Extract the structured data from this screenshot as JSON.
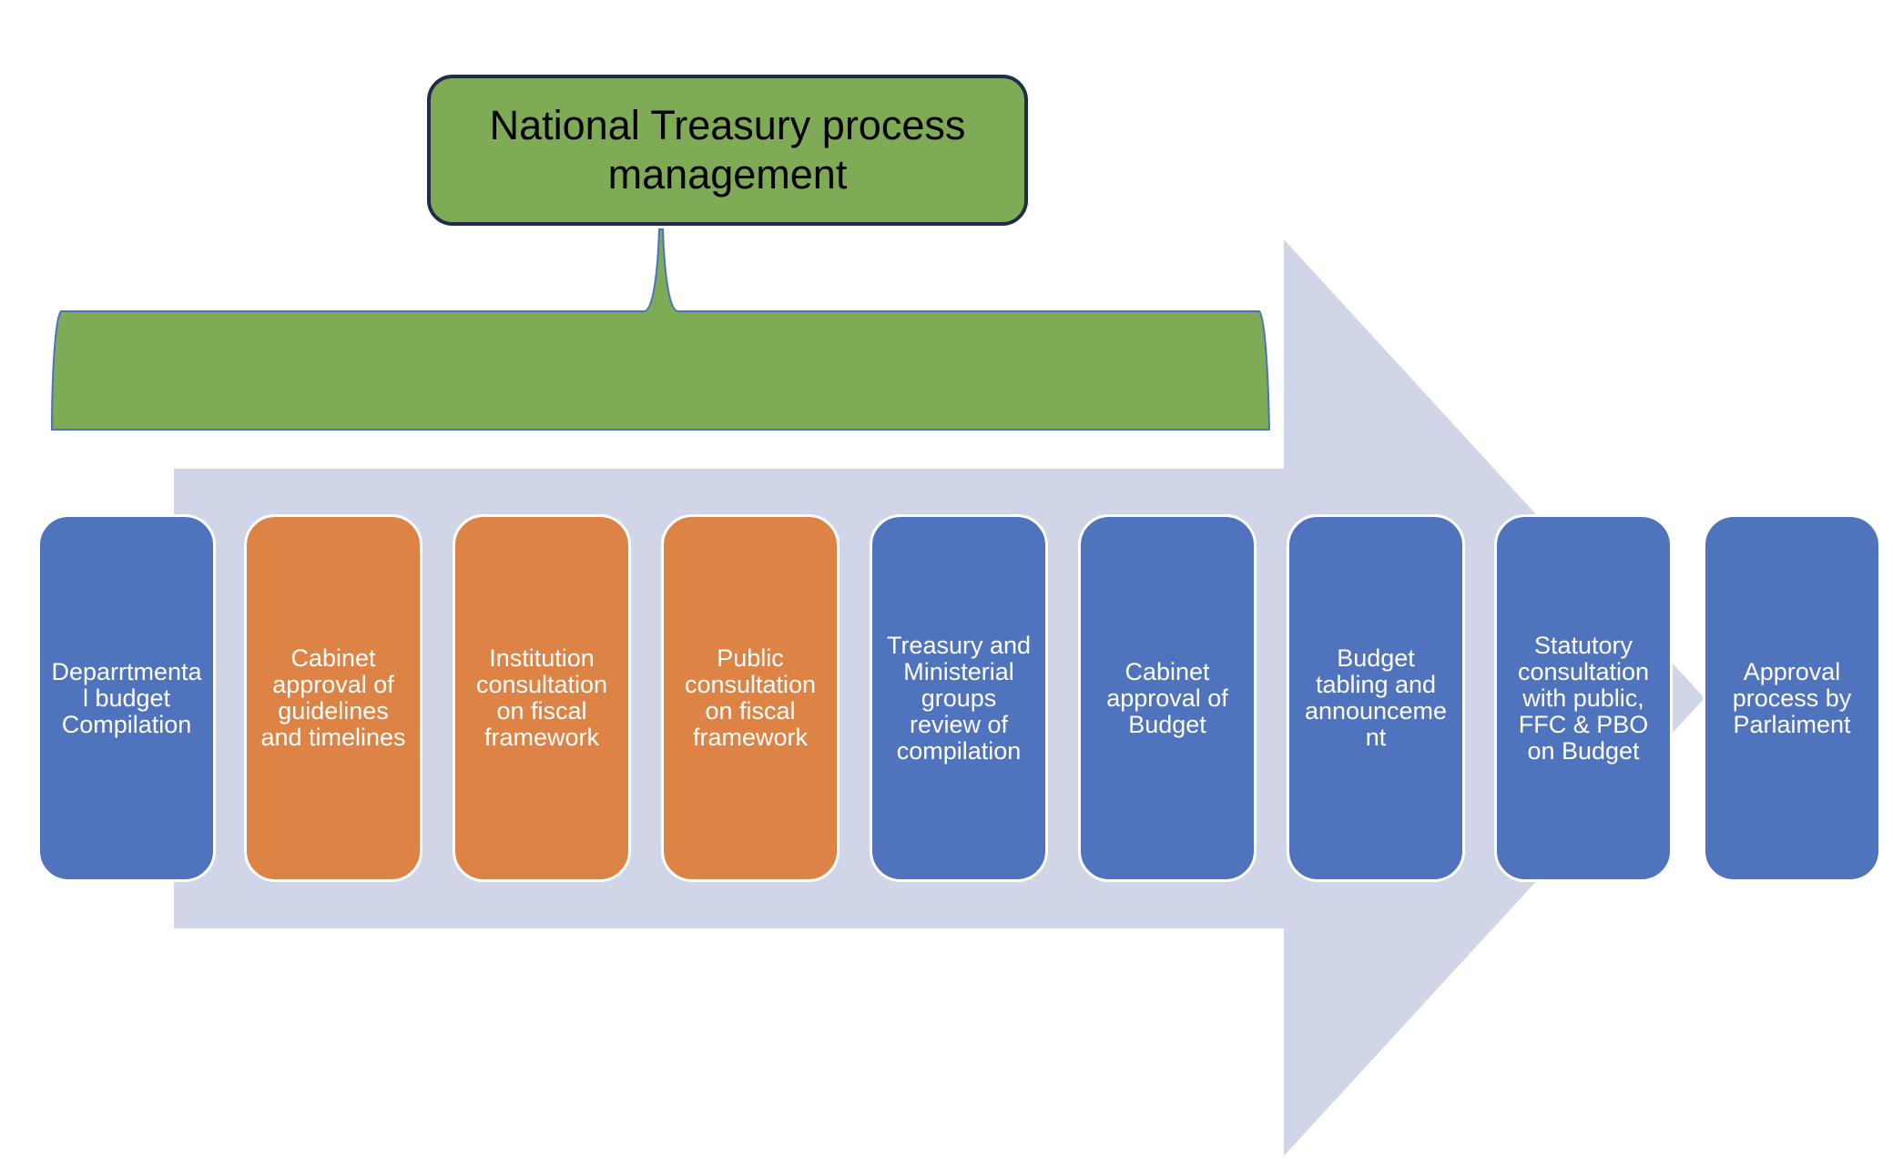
{
  "title": "National Treasury process management",
  "colors": {
    "title_fill": "#7faa56",
    "title_border": "#1f2d4a",
    "brace_fill": "#7faa56",
    "brace_stroke": "#4a72c4",
    "arrow_fill": "#d0d6e8",
    "blue_step": "#5073bd",
    "orange_step": "#de8346"
  },
  "steps": [
    {
      "label": "Deparrtmental budget Compilation",
      "color": "blue"
    },
    {
      "label": "Cabinet approval of guidelines and timelines",
      "color": "orange"
    },
    {
      "label": "Institution consultation on fiscal framework",
      "color": "orange"
    },
    {
      "label": "Public consultation on fiscal framework",
      "color": "orange"
    },
    {
      "label": "Treasury and Ministerial groups review of compilation",
      "color": "blue"
    },
    {
      "label": "Cabinet approval of Budget",
      "color": "blue"
    },
    {
      "label": "Budget tabling and announcement",
      "color": "blue"
    },
    {
      "label": "Statutory consultation with public, FFC & PBO on Budget",
      "color": "blue"
    },
    {
      "label": "Approval process by Parlaiment",
      "color": "blue"
    }
  ]
}
